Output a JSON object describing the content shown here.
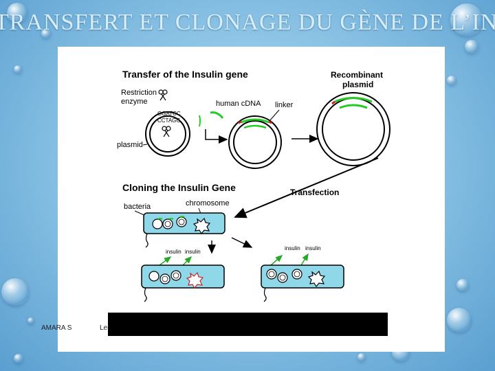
{
  "slide": {
    "title": "TRANSFERT ET CLONAGE DU GÈNE DE L’INSULINE",
    "footer_author": "AMARA S",
    "footer_left": "Les"
  },
  "diagram": {
    "transfer_title": "Transfer of the Insulin gene",
    "restriction_label": "Restriction",
    "enzyme_label": "enzyme",
    "seq_top": "GGATCC",
    "seq_bottom": "CCTAGG",
    "plasmid_label": "plasmid",
    "cdna_label": "human cDNA",
    "linker_label": "linker",
    "recombinant_label": "Recombinant",
    "recombinant_label2": "plasmid",
    "cloning_title": "Cloning the Insulin Gene",
    "transfection_label": "Transfection",
    "bacteria_label": "bacteria",
    "chromosome_label": "chromosome",
    "insulin_label": "insulin"
  },
  "colors": {
    "gene_green": "#22cc22",
    "cell_fill": "#8fd8ea",
    "cut_red": "#cc2222"
  }
}
